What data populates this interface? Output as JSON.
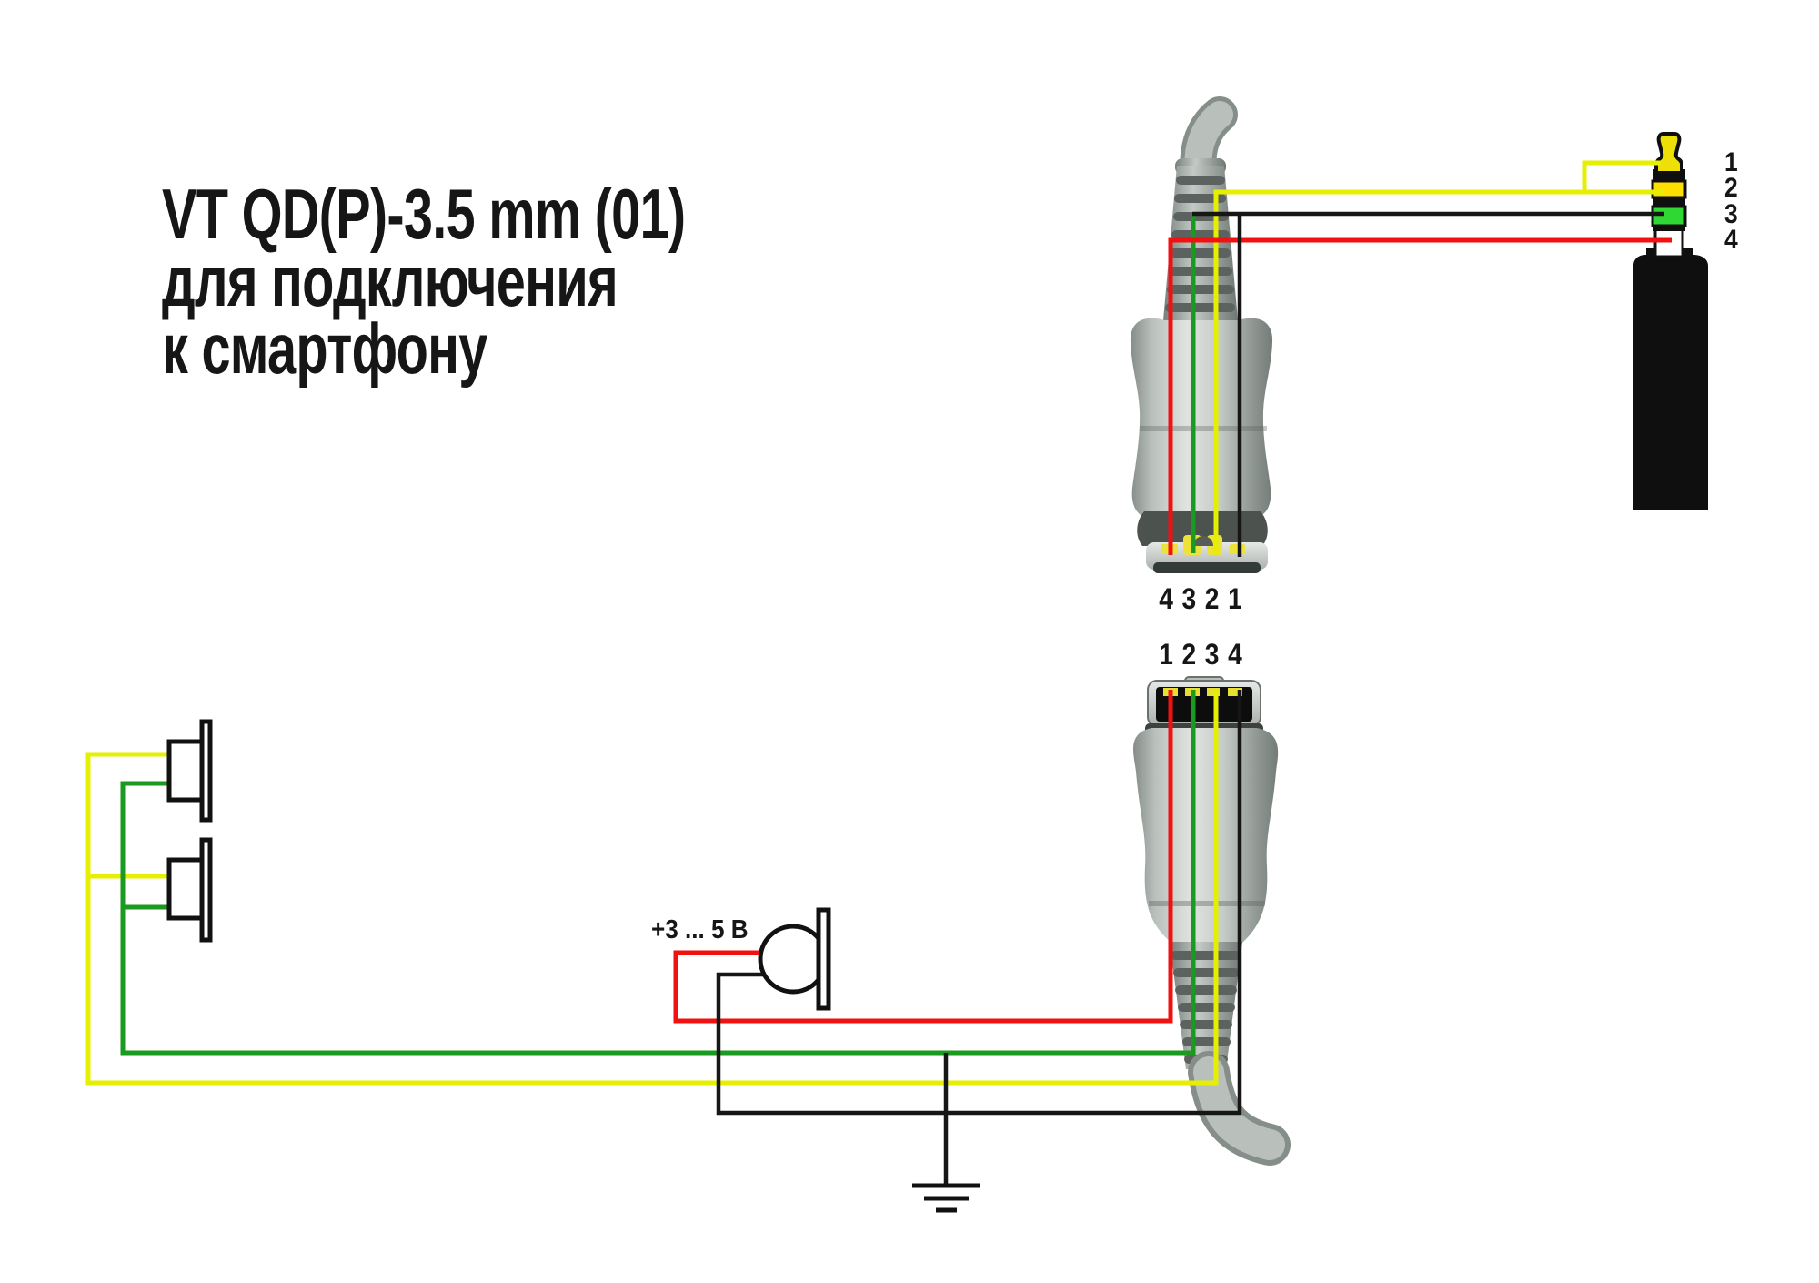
{
  "title": {
    "line1": "VT QD(P)-3.5 mm (01)",
    "line2": "для подключения",
    "line3": "к смартфону"
  },
  "top_connector": {
    "pins": [
      "4",
      "3",
      "2",
      "1"
    ]
  },
  "bottom_connector": {
    "pins": [
      "1",
      "2",
      "3",
      "4"
    ]
  },
  "jack": {
    "pins": [
      "1",
      "2",
      "3",
      "4"
    ]
  },
  "microphone": {
    "voltage_label": "+3 ... 5 В"
  },
  "colors": {
    "wire_yellow": "#e7ef00",
    "wire_green": "#1a9a1e",
    "wire_red": "#f21111",
    "wire_black": "#161616",
    "jack_tip_yellow": "#eedf06",
    "jack_ring1_yellow": "#ffdf00",
    "jack_ring2_green": "#2fd833",
    "jack_sleeve_white": "#ffffff",
    "jack_body_black": "#0f0f0f",
    "connector_gray": "#c3cac6",
    "contact_yellow": "#ece23a",
    "background": "#ffffff"
  },
  "connections": [
    {
      "wire": "yellow",
      "bottom_qd_pin": "3",
      "top_qd_pin": "2",
      "jack_pins": [
        "1",
        "2"
      ],
      "device": "speakers"
    },
    {
      "wire": "green",
      "bottom_qd_pin": "2",
      "top_qd_pin": "3",
      "jack_pins": [
        "3"
      ],
      "device": "speakers / ground"
    },
    {
      "wire": "red",
      "bottom_qd_pin": "1",
      "top_qd_pin": "4",
      "jack_pins": [
        "4"
      ],
      "device": "microphone +3...5 V"
    },
    {
      "wire": "black",
      "bottom_qd_pin": "4",
      "top_qd_pin": "1",
      "jack_pins": [
        "3"
      ],
      "device": "microphone / ground"
    }
  ]
}
